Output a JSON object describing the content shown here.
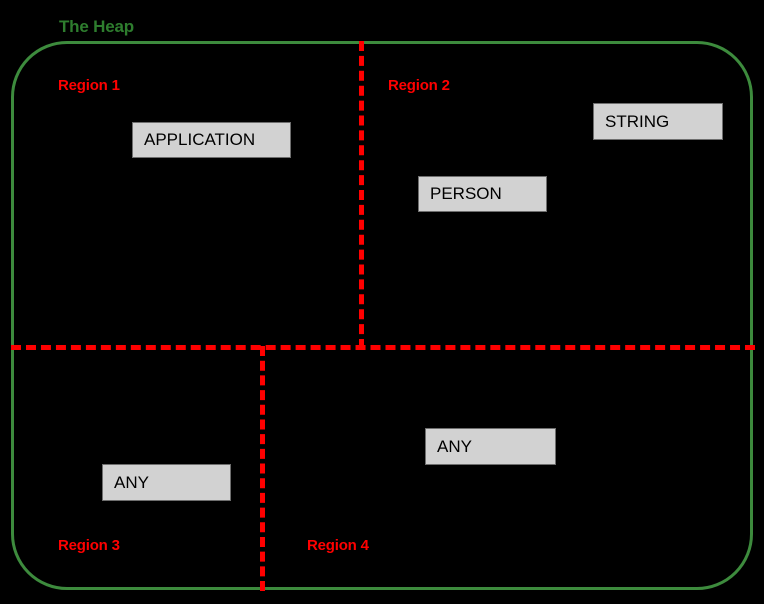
{
  "diagram": {
    "title": "The Heap",
    "colors": {
      "background": "#000000",
      "heap_border": "#3d8b3d",
      "heap_label": "#2e7d2e",
      "divider": "#ff0000",
      "box_fill": "#d2d2d2",
      "box_border": "#6e6e6e",
      "box_text": "#000000"
    },
    "regions": [
      {
        "id": "region-1",
        "label": "Region 1"
      },
      {
        "id": "region-2",
        "label": "Region 2"
      },
      {
        "id": "region-3",
        "label": "Region 3"
      },
      {
        "id": "region-4",
        "label": "Region 4"
      }
    ],
    "objects": [
      {
        "id": "application",
        "label": "APPLICATION",
        "region": "Region 1"
      },
      {
        "id": "string",
        "label": "STRING",
        "region": "Region 2"
      },
      {
        "id": "person",
        "label": "PERSON",
        "region": "Region 2"
      },
      {
        "id": "any-r3",
        "label": "ANY",
        "region": "Region 3"
      },
      {
        "id": "any-r4",
        "label": "ANY",
        "region": "Region 4"
      }
    ]
  }
}
